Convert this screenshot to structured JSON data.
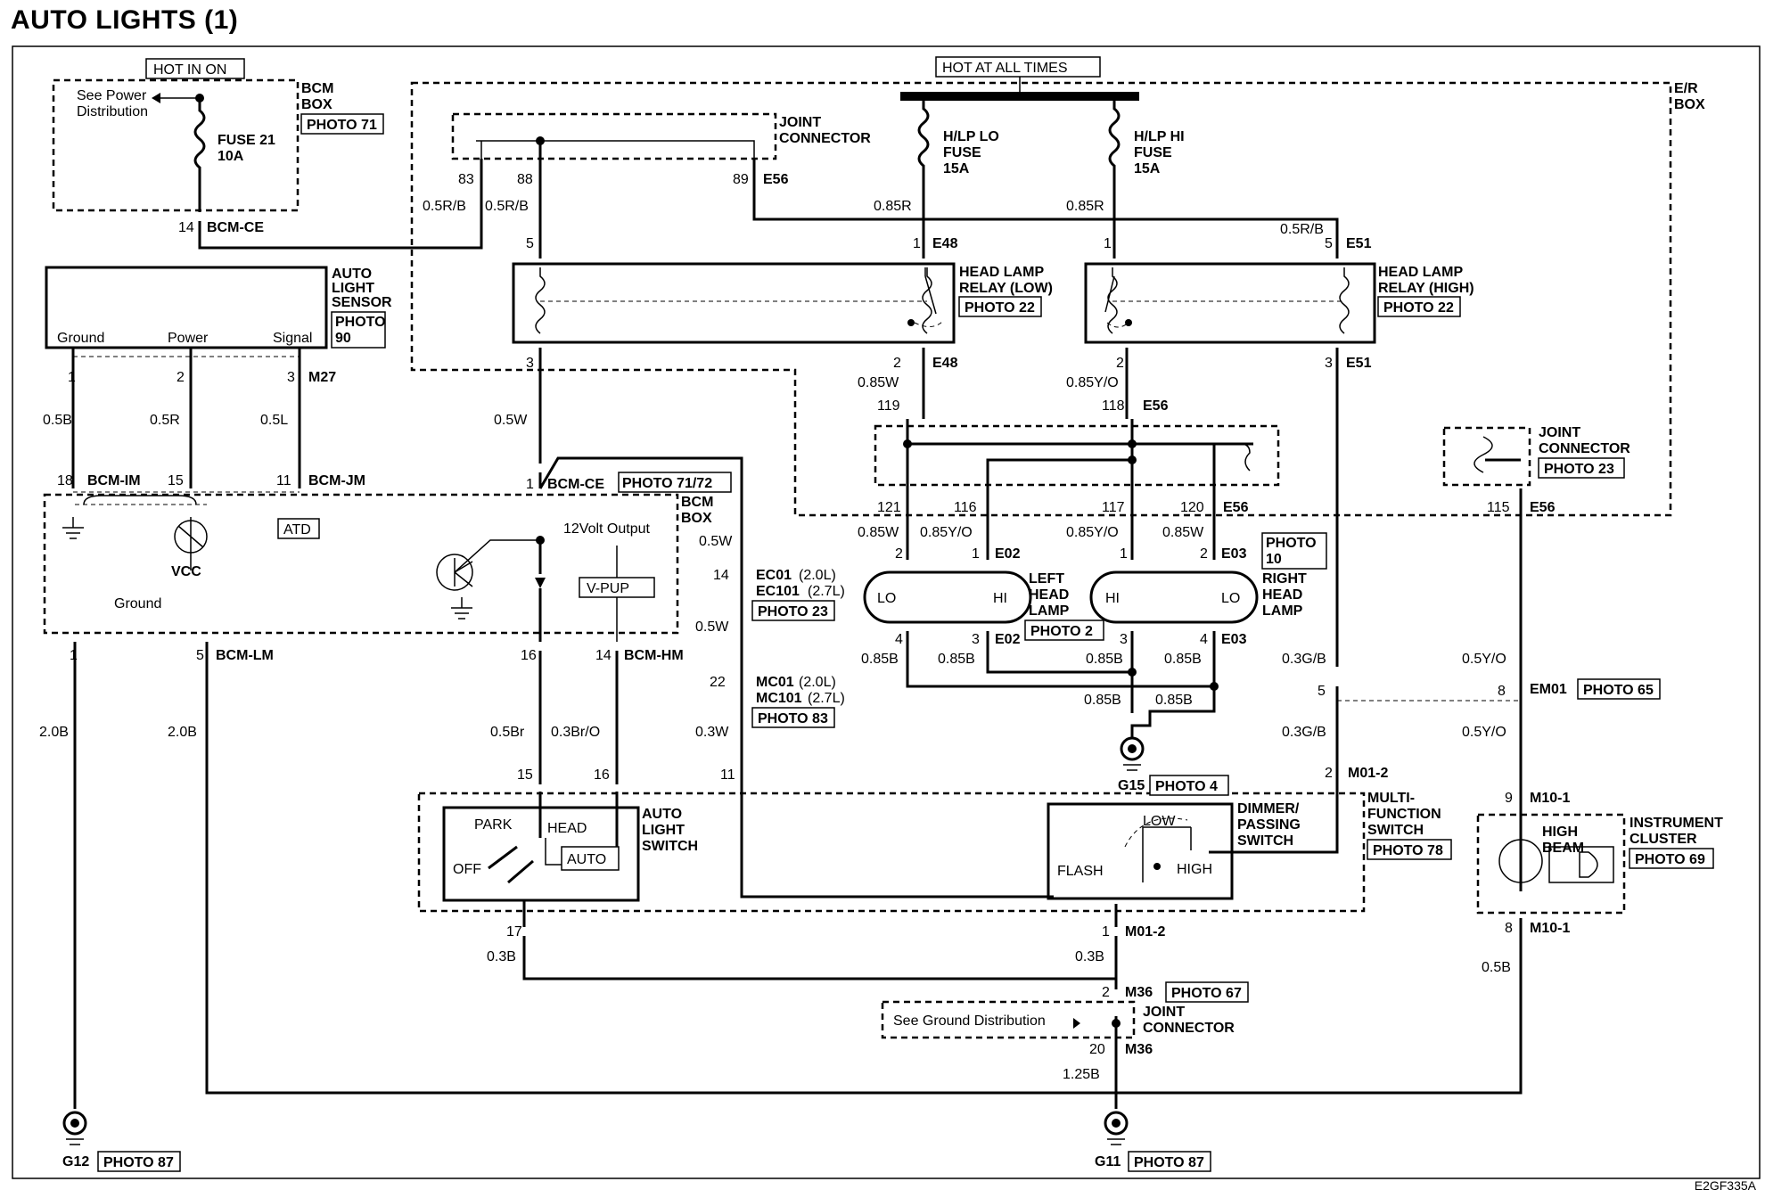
{
  "title": "AUTO LIGHTS (1)",
  "diagram_code": "E2GF335A",
  "power": {
    "hot_in_on": "HOT IN ON",
    "hot_at_all_times": "HOT AT ALL TIMES",
    "see_power_distribution_1": "See Power",
    "see_power_distribution_2": "Distribution"
  },
  "bcm_box_top": {
    "l1": "BCM",
    "l2": "BOX",
    "photo": "PHOTO 71"
  },
  "fuse21": {
    "l1": "FUSE 21",
    "l2": "10A"
  },
  "er_box": {
    "l1": "E/R",
    "l2": "BOX"
  },
  "joint_connector_top": {
    "l1": "JOINT",
    "l2": "CONNECTOR"
  },
  "hlp_lo_fuse": {
    "l1": "H/LP LO",
    "l2": "FUSE",
    "l3": "15A"
  },
  "hlp_hi_fuse": {
    "l1": "H/LP HI",
    "l2": "FUSE",
    "l3": "15A"
  },
  "relay_low": {
    "l1": "HEAD LAMP",
    "l2": "RELAY (LOW)",
    "photo": "PHOTO 22"
  },
  "relay_high": {
    "l1": "HEAD LAMP",
    "l2": "RELAY (HIGH)",
    "photo": "PHOTO 22"
  },
  "sensor": {
    "l1": "AUTO",
    "l2": "LIGHT",
    "l3": "SENSOR",
    "photo1": "PHOTO",
    "photo2": "90",
    "ground": "Ground",
    "power": "Power",
    "signal": "Signal"
  },
  "bcm_box_mid": {
    "l1": "BCM",
    "l2": "BOX",
    "twelve_volt": "12Volt Output",
    "vpup": "V-PUP",
    "vcc": "VCC",
    "atd": "ATD",
    "ground": "Ground",
    "photo": "PHOTO 71/72"
  },
  "joint_connector_right": {
    "l1": "JOINT",
    "l2": "CONNECTOR",
    "photo": "PHOTO 23"
  },
  "left_head_lamp": {
    "l1": "LEFT",
    "l2": "HEAD",
    "l3": "LAMP",
    "photo": "PHOTO 2",
    "lo": "LO",
    "hi": "HI"
  },
  "right_head_lamp": {
    "l1": "RIGHT",
    "l2": "HEAD",
    "l3": "LAMP",
    "photo1": "PHOTO",
    "photo2": "10",
    "lo": "LO",
    "hi": "HI"
  },
  "ec01": {
    "l1": "EC01",
    "l1b": "(2.0L)",
    "l2": "EC101",
    "l2b": "(2.7L)",
    "photo": "PHOTO 23"
  },
  "mc01": {
    "l1": "MC01",
    "l1b": "(2.0L)",
    "l2": "MC101",
    "l2b": "(2.7L)",
    "photo": "PHOTO 83"
  },
  "auto_light_switch": {
    "l1": "AUTO",
    "l2": "LIGHT",
    "l3": "SWITCH",
    "park": "PARK",
    "head": "HEAD",
    "auto": "AUTO",
    "off": "OFF"
  },
  "dimmer_switch": {
    "l1": "DIMMER/",
    "l2": "PASSING",
    "l3": "SWITCH",
    "low": "LOW",
    "flash": "FLASH",
    "high": "HIGH"
  },
  "multi_function_switch": {
    "l1": "MULTI-",
    "l2": "FUNCTION",
    "l3": "SWITCH",
    "photo": "PHOTO 78"
  },
  "instrument_cluster": {
    "l1": "INSTRUMENT",
    "l2": "CLUSTER",
    "photo": "PHOTO 69",
    "hb1": "HIGH",
    "hb2": "BEAM"
  },
  "joint_connector_bottom": {
    "l1": "JOINT",
    "l2": "CONNECTOR",
    "see_ground": "See Ground Distribution"
  },
  "grounds": {
    "g12": "G12",
    "g12_photo": "PHOTO 87",
    "g11": "G11",
    "g11_photo": "PHOTO 87",
    "g15": "G15",
    "g15_photo": "PHOTO 4"
  },
  "em01": {
    "name": "EM01",
    "photo": "PHOTO 65"
  },
  "m36": {
    "name": "M36",
    "photo": "PHOTO 67"
  },
  "connectors": {
    "bcm_ce": "BCM-CE",
    "e56": "E56",
    "e48": "E48",
    "e51": "E51",
    "m27": "M27",
    "bcm_im": "BCM-IM",
    "bcm_jm": "BCM-JM",
    "e02": "E02",
    "e03": "E03",
    "bcm_lm": "BCM-LM",
    "bcm_hm": "BCM-HM",
    "m01_2": "M01-2",
    "m10_1": "M10-1",
    "m36": "M36"
  },
  "pins": {
    "p14a": "14",
    "p83": "83",
    "p88": "88",
    "p89": "89",
    "p5a": "5",
    "p1a": "1",
    "p1b": "1",
    "p5b": "5",
    "p3a": "3",
    "p2a": "2",
    "p2b": "2",
    "p3b": "3",
    "p119": "119",
    "p118": "118",
    "p121": "121",
    "p116": "116",
    "p117": "117",
    "p120": "120",
    "p115": "115",
    "s1": "1",
    "s2": "2",
    "s3": "3",
    "p18": "18",
    "p15": "15",
    "p11": "11",
    "p1c": "1",
    "l2": "2",
    "l1": "1",
    "r1": "1",
    "r2": "2",
    "l4": "4",
    "l3": "3",
    "r3": "3",
    "r4": "4",
    "p14b": "14",
    "p22": "22",
    "g1": "1",
    "g5": "5",
    "p16a": "16",
    "p14c": "14",
    "p5c": "5",
    "p8a": "8",
    "p15b": "15",
    "p16b": "16",
    "p11b": "11",
    "p2m": "2",
    "p9": "9",
    "p8b": "8",
    "p17": "17",
    "p1m": "1",
    "p2j": "2",
    "p20": "20"
  },
  "wires": {
    "w_05rb_a": "0.5R/B",
    "w_05rb_b": "0.5R/B",
    "w_085r_a": "0.85R",
    "w_085r_b": "0.85R",
    "w_05rb_c": "0.5R/B",
    "w_05b": "0.5B",
    "w_05r": "0.5R",
    "w_05l": "0.5L",
    "w_05w_a": "0.5W",
    "w_085w_a": "0.85W",
    "w_085yo_a": "0.85Y/O",
    "w_085w_b": "0.85W",
    "w_085yo_b": "0.85Y/O",
    "w_085yo_c": "0.85Y/O",
    "w_085w_c": "0.85W",
    "w_05w_b": "0.5W",
    "w_05w_c": "0.5W",
    "w_03w": "0.3W",
    "w_085b_a": "0.85B",
    "w_085b_b": "0.85B",
    "w_085b_c": "0.85B",
    "w_085b_d": "0.85B",
    "w_085b_e": "0.85B",
    "w_085b_f": "0.85B",
    "w_20b_a": "2.0B",
    "w_20b_b": "2.0B",
    "w_05br": "0.5Br",
    "w_03bro": "0.3Br/O",
    "w_03gb_a": "0.3G/B",
    "w_03gb_b": "0.3G/B",
    "w_05yo_a": "0.5Y/O",
    "w_05yo_b": "0.5Y/O",
    "w_03b_a": "0.3B",
    "w_03b_b": "0.3B",
    "w_05b_b": "0.5B",
    "w_125b": "1.25B"
  }
}
